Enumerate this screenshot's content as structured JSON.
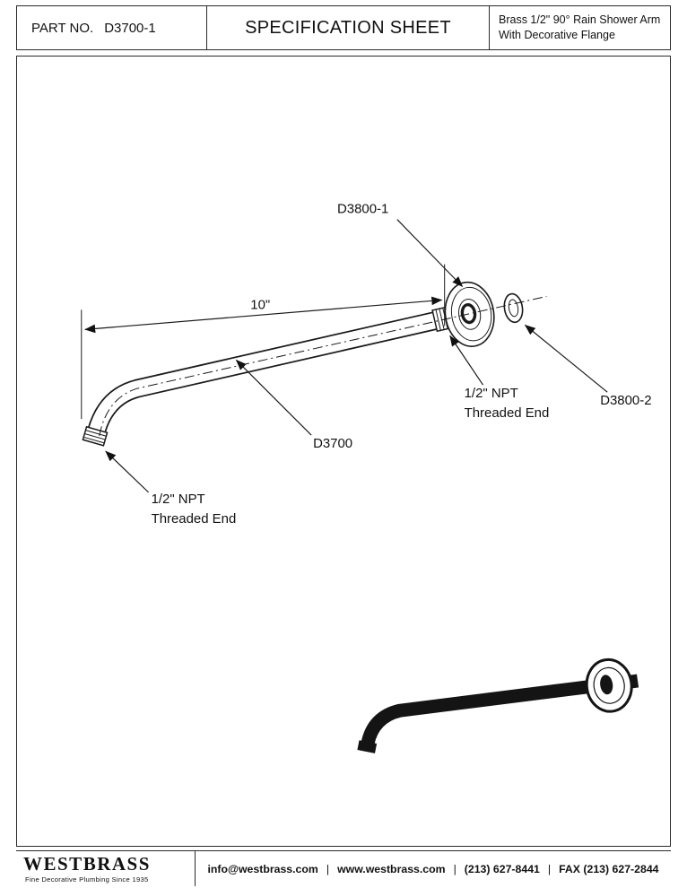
{
  "header": {
    "part_label": "PART NO.",
    "part_number": "D3700-1",
    "title": "SPECIFICATION SHEET",
    "product_line1": "Brass 1/2\" 90°  Rain Shower Arm",
    "product_line2": "With Decorative Flange",
    "colors": {
      "border": "#2a2a2a",
      "background": "#ffffff",
      "line": "#1a1a1a"
    }
  },
  "diagram": {
    "labels": {
      "flange_part": "D3800-1",
      "dimension": "10\"",
      "arm_part": "D3700",
      "npt_right_line1": "1/2\" NPT",
      "npt_right_line2": "Threaded End",
      "flange2_part": "D3800-2",
      "npt_left_line1": "1/2\" NPT",
      "npt_left_line2": "Threaded End"
    }
  },
  "footer": {
    "brand": "WESTBRASS",
    "tagline": "Fine Decorative Plumbing Since 1935",
    "separator": "|",
    "contact": [
      "info@westbrass.com",
      "www.westbrass.com",
      "(213) 627-8441",
      "FAX (213) 627-2844"
    ]
  }
}
